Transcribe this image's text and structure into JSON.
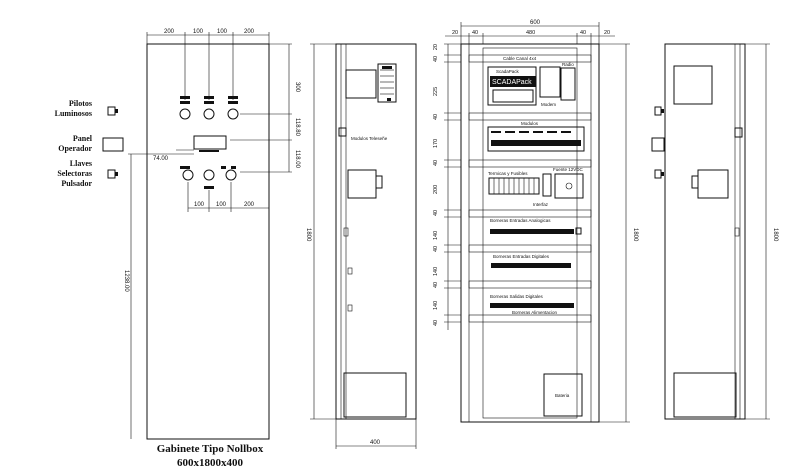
{
  "front_view": {
    "top_dims": [
      "200",
      "100",
      "100",
      "200"
    ],
    "right_dims": [
      "300",
      "118.80",
      "118.00"
    ],
    "left_dim_vertical": "1238.00",
    "left_dim_h": "74.00",
    "bottom_dims": [
      "100",
      "100",
      "200"
    ]
  },
  "labels": {
    "pilotos": [
      "Pilotos",
      "Luminosos"
    ],
    "panel": [
      "Panel",
      "Operador"
    ],
    "llaves": [
      "Llaves",
      "Selectoras",
      "Pulsador"
    ]
  },
  "side_view": {
    "height": "1800",
    "width": "400",
    "module_label": "Modulos Teleseñe"
  },
  "interior_view": {
    "top_total": "600",
    "top_dims": [
      "20",
      "40",
      "480",
      "40",
      "20"
    ],
    "left_dims": [
      "20",
      "40",
      "225",
      "40",
      "170",
      "40",
      "200",
      "40",
      "140",
      "40",
      "140",
      "40",
      "140",
      "40"
    ],
    "right_dim": "1800",
    "cable_canal": "Cable Canal 4x4",
    "scadapack": "ScadaPack",
    "scadapack_big": "SCADAPack",
    "radio": "Radio",
    "modem": "Modem",
    "modulos": "Modulos",
    "termicas": "Termicas y Fusibles",
    "fuente": "Fuente 12VDC",
    "interfaz": "Interfaz",
    "bornera1": "Borneras Entradas Analogicas",
    "bornera2": "Borneras Entradas Digitales",
    "bornera3": "Borneras Salidas Digitales",
    "bornera4": "Borneras Alimentacion",
    "bateria": "Bateria"
  },
  "rear_view": {
    "height": "1800"
  },
  "title": {
    "line1": "Gabinete Tipo Nollbox",
    "line2": "600x1800x400"
  }
}
